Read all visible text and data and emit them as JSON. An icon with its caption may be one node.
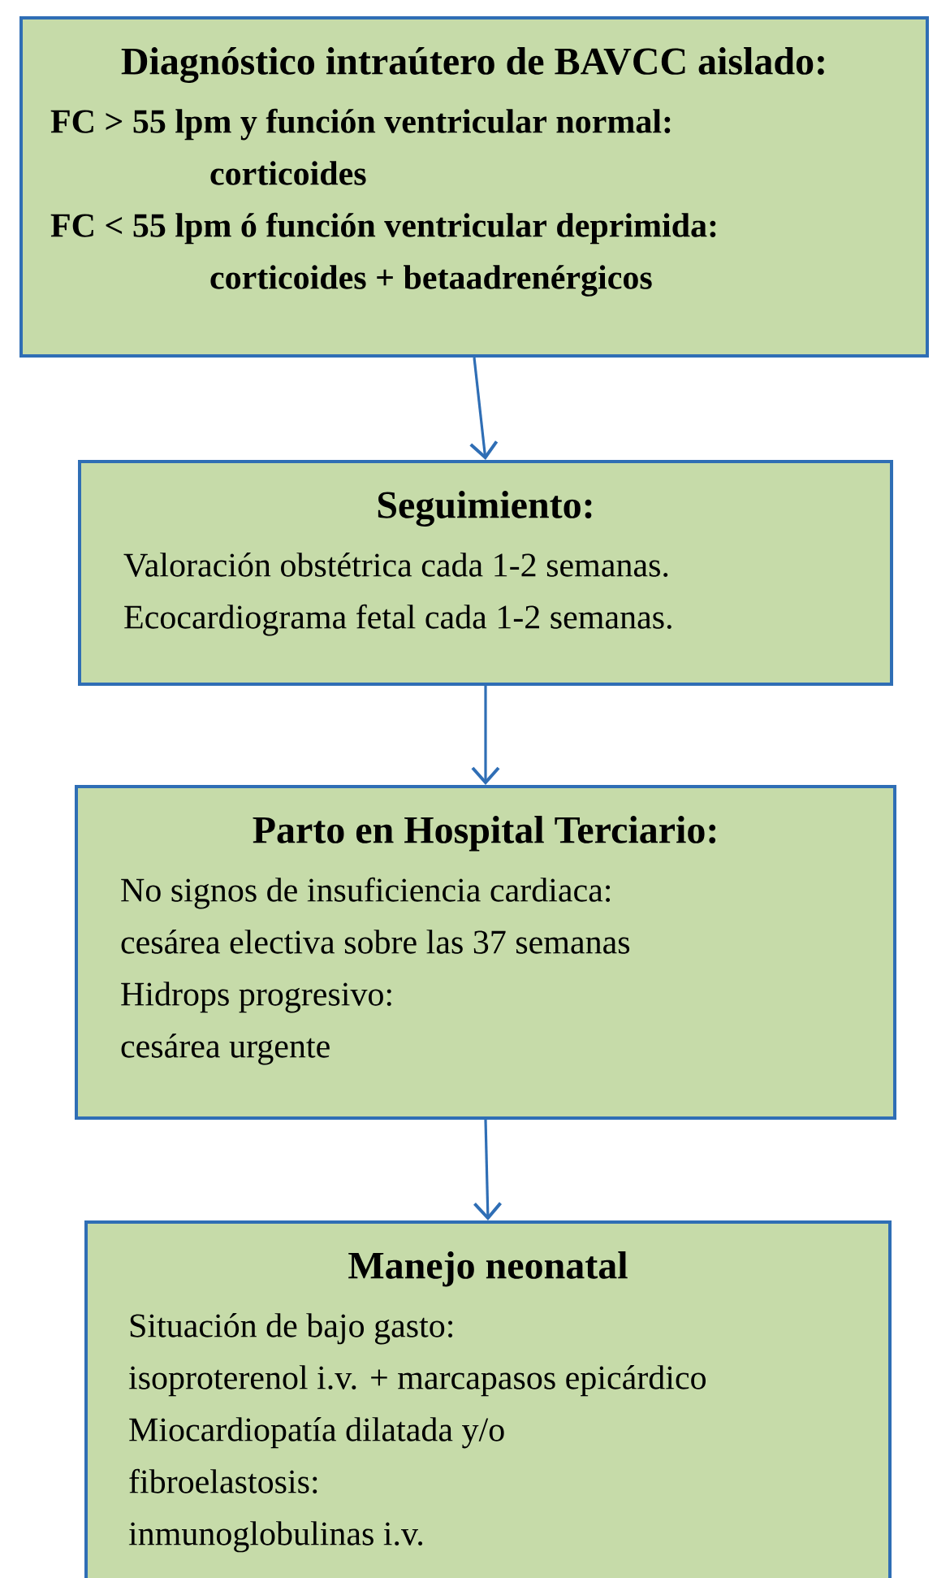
{
  "diagram": {
    "nodes": [
      {
        "text": [
          "Diagnóstico intraútero de BAVCC aislado:",
          "FC > 55 lpm y función ventricular normal:",
          "corticoides",
          "FC < 55 lpm ó función ventricular deprimida:",
          "corticoides + betaadrenérgicos"
        ]
      },
      {
        "text": [
          "Seguimiento:",
          "Valoración obstétrica cada 1-2 semanas.",
          "Ecocardiograma fetal cada 1-2 semanas."
        ]
      },
      {
        "text": [
          "Parto en Hospital Terciario:",
          "No signos de insuficiencia cardiaca:",
          "cesárea electiva sobre las 37 semanas",
          "Hidrops progresivo:",
          "cesárea urgente"
        ]
      },
      {
        "text": [
          "Manejo neonatal",
          "Situación de bajo gasto:",
          "isoproterenol i.v. + marcapasos epicárdico",
          "Miocardiopatía dilatada y/o",
          "fibroelastosis:",
          "inmunoglobulinas i.v."
        ]
      }
    ],
    "edges": [
      {
        "from": 0,
        "to": 1,
        "arrow": "to"
      },
      {
        "from": 1,
        "to": 2,
        "arrow": "to"
      },
      {
        "from": 2,
        "to": 3,
        "arrow": "to"
      }
    ]
  }
}
